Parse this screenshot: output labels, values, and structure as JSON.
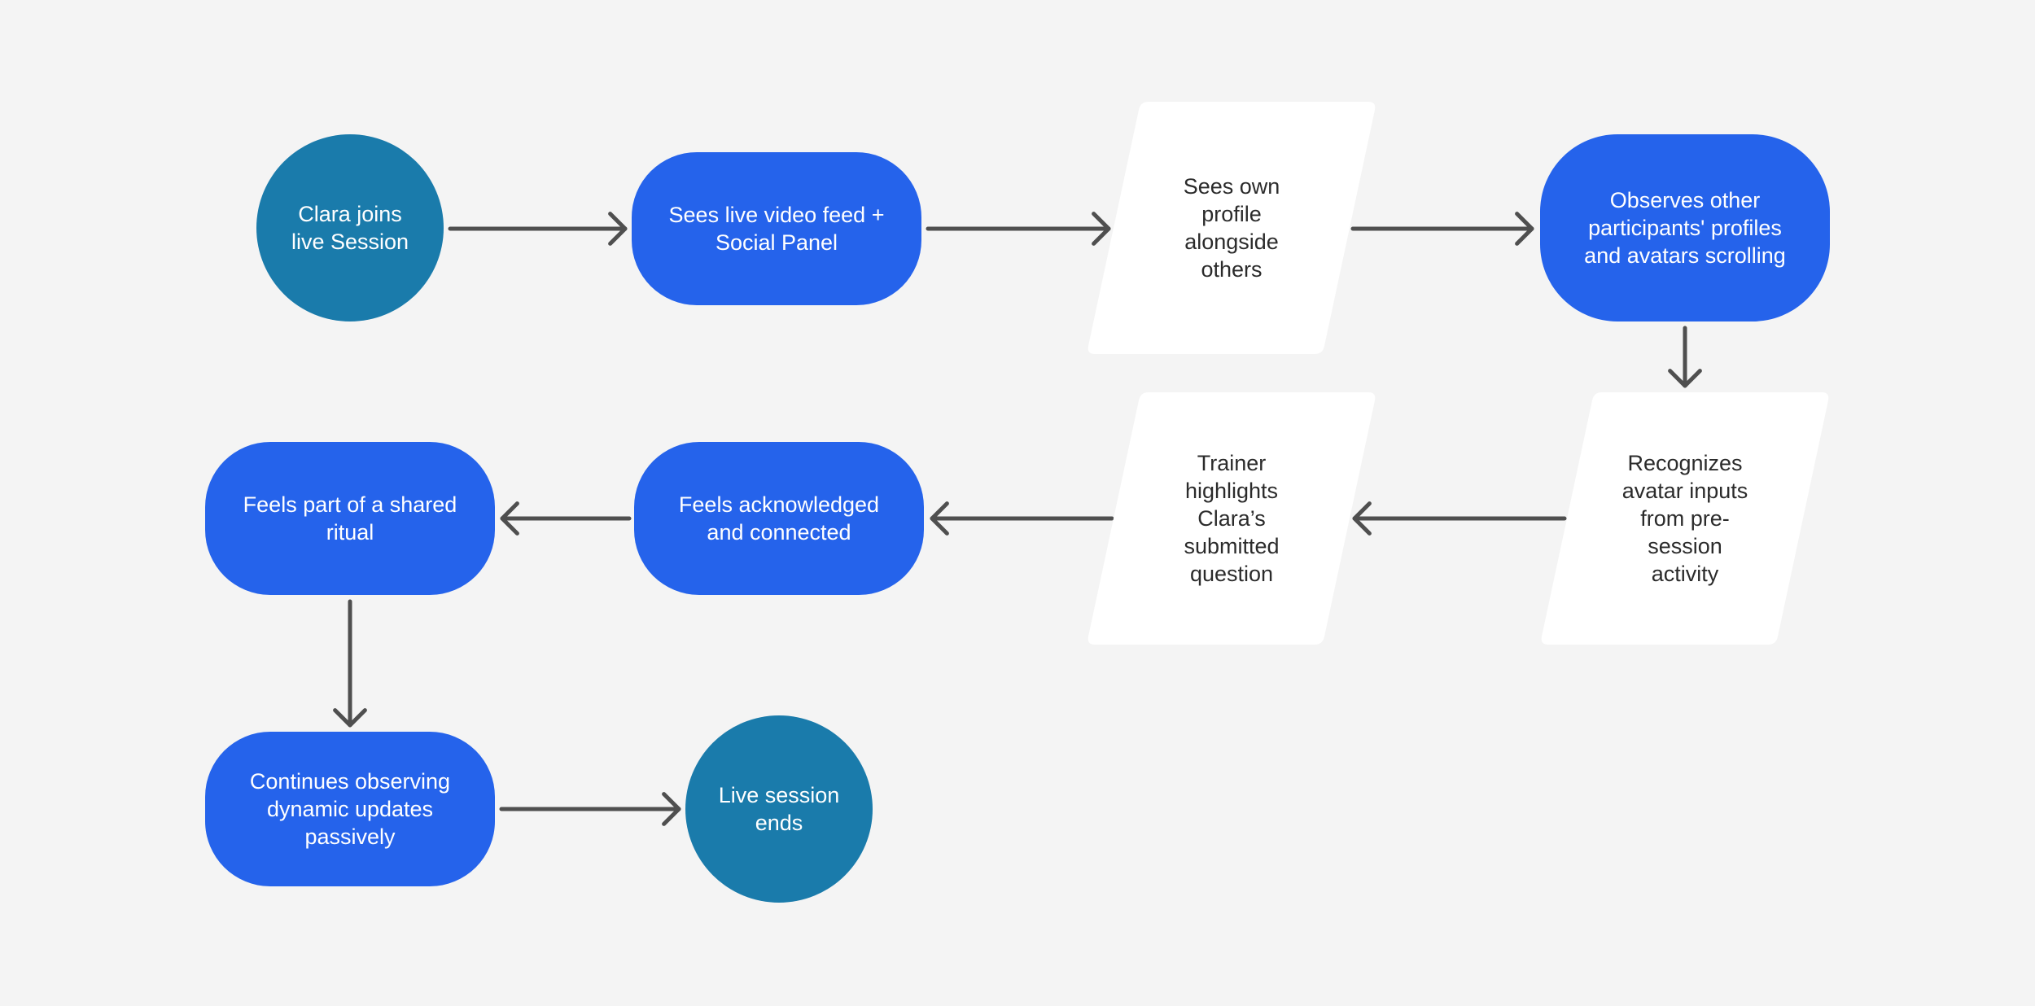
{
  "diagram": {
    "colors": {
      "background": "#f4f4f4",
      "circle_fill": "#1a7bab",
      "pill_fill": "#2563eb",
      "parallelogram_fill": "#ffffff",
      "arrow": "#4f4f4f",
      "light_text": "#ffffff",
      "dark_text": "#2b2b2b"
    },
    "nodes": {
      "clara_joins": {
        "shape": "circle",
        "label": "Clara joins\nlive Session"
      },
      "sees_video_feed": {
        "shape": "pill",
        "label": "Sees live video feed +\nSocial Panel"
      },
      "sees_own_profile": {
        "shape": "parallelogram",
        "label": "Sees own\nprofile\nalongside\nothers"
      },
      "observes_participants": {
        "shape": "pill",
        "label": "Observes other\nparticipants' profiles\nand avatars scrolling"
      },
      "recognizes_avatar": {
        "shape": "parallelogram",
        "label": "Recognizes\navatar inputs\nfrom pre-\nsession\nactivity"
      },
      "trainer_highlights": {
        "shape": "parallelogram",
        "label": "Trainer\nhighlights\nClara’s\nsubmitted\nquestion"
      },
      "feels_acknowledged": {
        "shape": "pill",
        "label": "Feels acknowledged\nand connected"
      },
      "feels_part_ritual": {
        "shape": "pill",
        "label": "Feels part of a shared\nritual"
      },
      "continues_observing": {
        "shape": "pill",
        "label": "Continues observing\ndynamic updates\npassively"
      },
      "session_ends": {
        "shape": "circle",
        "label": "Live session\nends"
      }
    },
    "edges": [
      {
        "from": "clara_joins",
        "to": "sees_video_feed"
      },
      {
        "from": "sees_video_feed",
        "to": "sees_own_profile"
      },
      {
        "from": "sees_own_profile",
        "to": "observes_participants"
      },
      {
        "from": "observes_participants",
        "to": "recognizes_avatar"
      },
      {
        "from": "recognizes_avatar",
        "to": "trainer_highlights"
      },
      {
        "from": "trainer_highlights",
        "to": "feels_acknowledged"
      },
      {
        "from": "feels_acknowledged",
        "to": "feels_part_ritual"
      },
      {
        "from": "feels_part_ritual",
        "to": "continues_observing"
      },
      {
        "from": "continues_observing",
        "to": "session_ends"
      }
    ]
  }
}
